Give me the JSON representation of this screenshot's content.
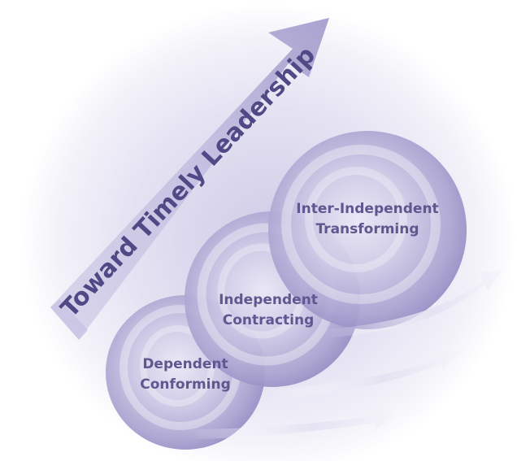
{
  "diagram": {
    "arrow_title": "Toward Timely Leadership",
    "stages": [
      {
        "line1": "Dependent",
        "line2": "Conforming"
      },
      {
        "line1": "Independent",
        "line2": "Contracting"
      },
      {
        "line1": "Inter-Independent",
        "line2": "Transforming"
      }
    ],
    "colors": {
      "background_glow": "#d9d6ec",
      "sphere": "#c9c4e2",
      "sphere_dark": "#a8a1cf",
      "text": "#5e5790",
      "arrow": "#b9b4da"
    }
  }
}
